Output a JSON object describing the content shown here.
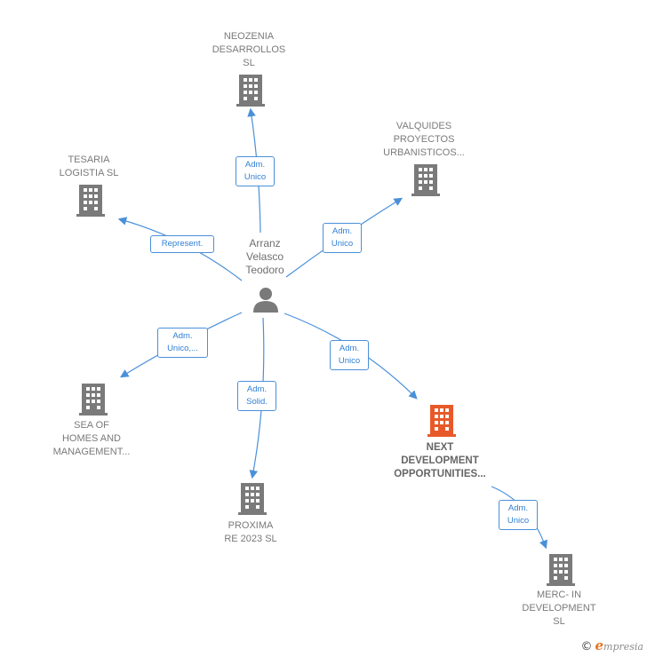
{
  "center": {
    "name": "Arranz\nVelasco\nTeodoro",
    "icon": "person-icon"
  },
  "companies": [
    {
      "id": "neozenia",
      "label": "NEOZENIA\nDESARROLLOS\nSL",
      "icon": "building-icon"
    },
    {
      "id": "valquides",
      "label": "VALQUIDES\nPROYECTOS\nURBANISTICOS...",
      "icon": "building-icon"
    },
    {
      "id": "tesaria",
      "label": "TESARIA\nLOGISTIA  SL",
      "icon": "building-icon"
    },
    {
      "id": "seaofhomes",
      "label": "SEA OF\nHOMES AND\nMANAGEMENT...",
      "icon": "building-icon"
    },
    {
      "id": "proxima",
      "label": "PROXIMA\nRE 2023  SL",
      "icon": "building-icon"
    },
    {
      "id": "next",
      "label": "NEXT\nDEVELOPMENT\nOPPORTUNITIES...",
      "icon": "building-icon",
      "highlight": true
    },
    {
      "id": "merc",
      "label": "MERC- IN\nDEVELOPMENT\nSL",
      "icon": "building-icon"
    }
  ],
  "edges": [
    {
      "from": "center",
      "to": "neozenia",
      "label": "Adm.\nUnico"
    },
    {
      "from": "center",
      "to": "valquides",
      "label": "Adm.\nUnico"
    },
    {
      "from": "center",
      "to": "tesaria",
      "label": "Represent."
    },
    {
      "from": "center",
      "to": "seaofhomes",
      "label": "Adm.\nUnico,..."
    },
    {
      "from": "center",
      "to": "proxima",
      "label": "Adm.\nSolid."
    },
    {
      "from": "center",
      "to": "next",
      "label": "Adm.\nUnico"
    },
    {
      "from": "next",
      "to": "merc",
      "label": "Adm.\nUnico"
    }
  ],
  "colors": {
    "edge": "#4a90d9",
    "building": "#7a7a7a",
    "highlight": "#e8592a"
  },
  "footer": {
    "copyright": "©",
    "brand_initial": "e",
    "brand_rest": "mpresia"
  }
}
